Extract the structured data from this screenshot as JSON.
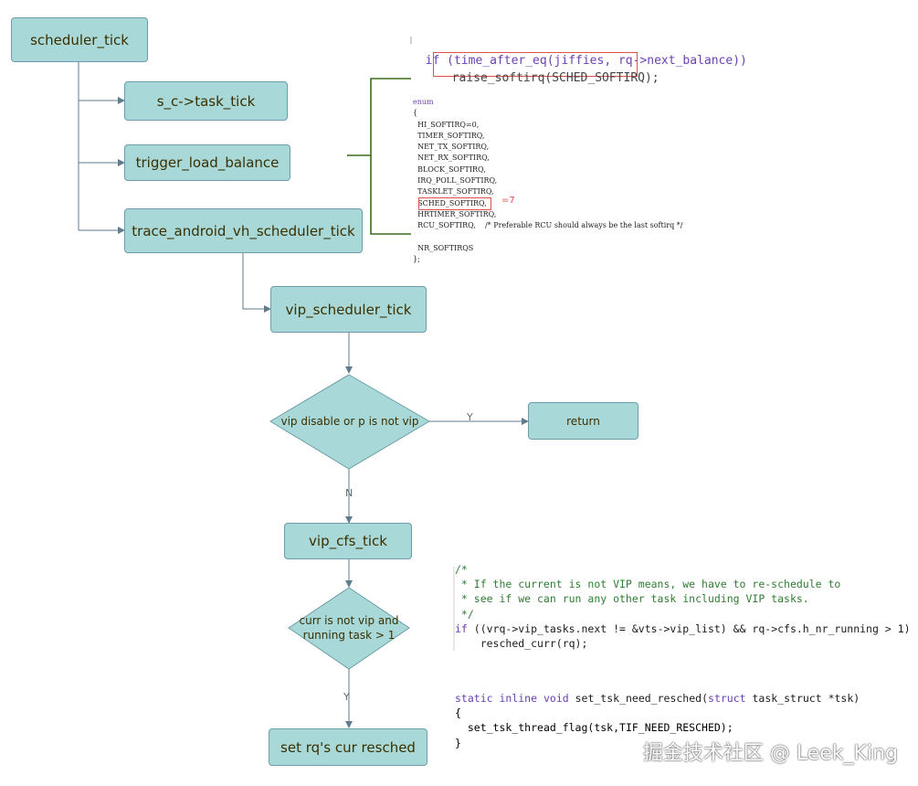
{
  "flow": {
    "nodes": {
      "scheduler_tick": "scheduler_tick",
      "task_tick": "s_c->task_tick",
      "trigger_load_balance": "trigger_load_balance",
      "trace_vh": "trace_android_vh_scheduler_tick",
      "vip_scheduler_tick": "vip_scheduler_tick",
      "return": "return",
      "vip_cfs_tick": "vip_cfs_tick",
      "set_resched": "set rq's cur resched"
    },
    "decisions": {
      "vip_disable": "vip disable or p is not vip",
      "curr_not_vip_line1": "curr is not vip and",
      "curr_not_vip_line2": "running task > 1"
    },
    "edge_labels": {
      "yes": "Y",
      "no": "N"
    }
  },
  "code_top": {
    "line1": "if (time_after_eq(jiffies, rq->next_balance))",
    "line2": "raise_softirq(SCHED_SOFTIRQ);"
  },
  "enum_block": {
    "keyword": "enum",
    "open": "{",
    "items": [
      "HI_SOFTIRQ=0,",
      "TIMER_SOFTIRQ,",
      "NET_TX_SOFTIRQ,",
      "NET_RX_SOFTIRQ,",
      "BLOCK_SOFTIRQ,",
      "IRQ_POLL_SOFTIRQ,",
      "TASKLET_SOFTIRQ,",
      "SCHED_SOFTIRQ,",
      "HRTIMER_SOFTIRQ,",
      "RCU_SOFTIRQ,"
    ],
    "rcu_comment": "/* Preferable RCU should always be the last softirq */",
    "annotation": "=7",
    "last": "NR_SOFTIRQS",
    "close": "};"
  },
  "code_vip": {
    "c1": "/*",
    "c2": " * If the current is not VIP means, we have to re-schedule to",
    "c3": " * see if we can run any other task including VIP tasks.",
    "c4": " */",
    "cond_kw": "if",
    "cond_rest": " ((vrq->vip_tasks.next != &vts->vip_list) && rq->cfs.h_nr_running > 1)",
    "call": "resched_curr(rq);"
  },
  "code_tsk": {
    "sig_static": "static",
    "sig_inline": "inline",
    "sig_void": "void",
    "sig_fn": "set_tsk_need_resched(",
    "sig_struct": "struct",
    "sig_rest": "task_struct *tsk)",
    "open": "{",
    "body": "set_tsk_thread_flag(tsk,TIF_NEED_RESCHED);",
    "close": "}"
  },
  "watermark": "掘金技术社区 @ Leek_King",
  "colors": {
    "node_fill": "#a8d8d8",
    "node_border": "#6b9ea8",
    "connector": "#5f7d8c",
    "bracket": "#3d6b1a",
    "highlight": "#e05050"
  }
}
